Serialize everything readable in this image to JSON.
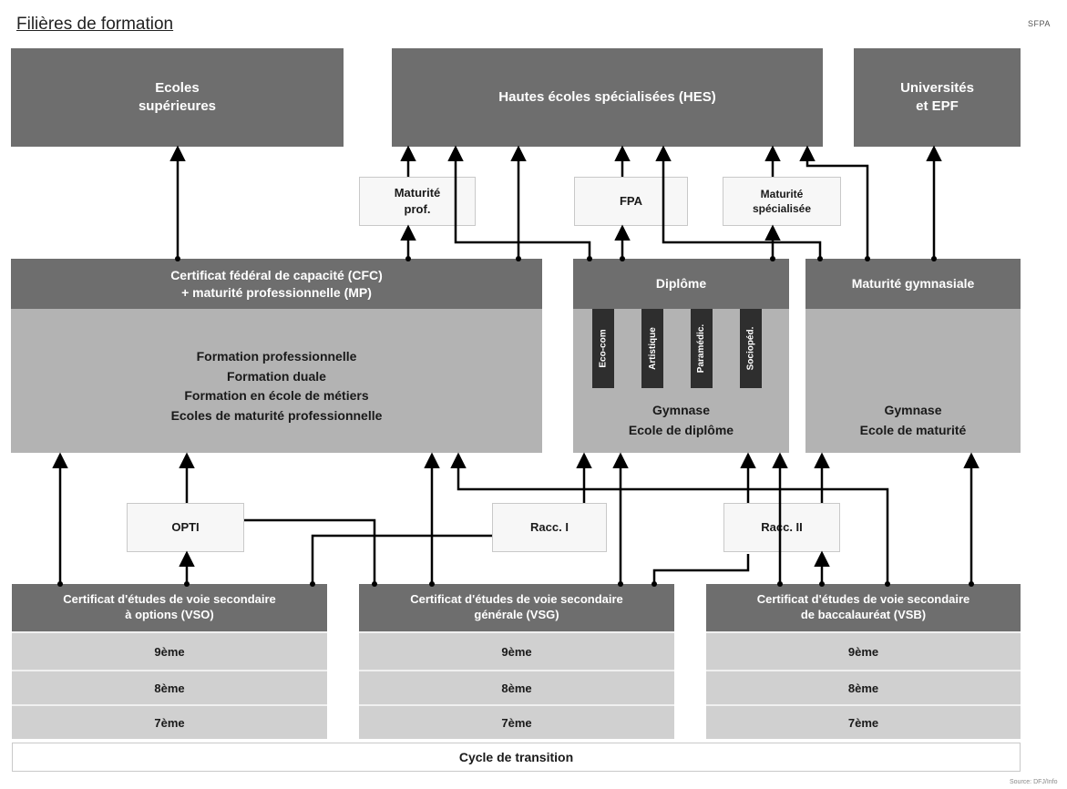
{
  "title": "Filières de formation",
  "logo_text": "SFPA",
  "corner_note": "Source: DFJ/Info",
  "top": {
    "ecoles": "Ecoles\nsupérieures",
    "hes": "Hautes écoles spécialisées (HES)",
    "universites": "Universités\net EPF"
  },
  "bridges": {
    "maturite_prof": "Maturité\nprof.",
    "fpa": "FPA",
    "maturite_specialisee": "Maturité\nspécialisée"
  },
  "middle": {
    "cfc_header": "Certificat fédéral de capacité (CFC)\n+ maturité professionnelle (MP)",
    "cfc_body": "Formation professionnelle\nFormation duale\nFormation en école de métiers\nEcoles de maturité professionnelle",
    "diplome_header": "Diplôme",
    "diplome_tags": [
      "Eco-com",
      "Artistique",
      "Paramédic.",
      "Sociopéd."
    ],
    "diplome_body": "Gymnase\nEcole de diplôme",
    "maturite_header": "Maturité gymnasiale",
    "maturite_body": "Gymnase\nEcole de maturité"
  },
  "connectors": {
    "opti": "OPTI",
    "racc1": "Racc. I",
    "racc2": "Racc. II"
  },
  "secondary": [
    {
      "header": "Certificat d'études de voie secondaire\nà options (VSO)",
      "grades": [
        "9ème",
        "8ème",
        "7ème"
      ]
    },
    {
      "header": "Certificat d'études de voie secondaire\ngénérale (VSG)",
      "grades": [
        "9ème",
        "8ème",
        "7ème"
      ]
    },
    {
      "header": "Certificat d'études de voie secondaire\nde baccalauréat (VSB)",
      "grades": [
        "9ème",
        "8ème",
        "7ème"
      ]
    }
  ],
  "cycle": "Cycle de transition",
  "colors": {
    "dark_box": "#6e6e6e",
    "mid_box": "#b3b3b3",
    "grade_box": "#d0d0d0",
    "tag_box": "#2e2e2e"
  }
}
